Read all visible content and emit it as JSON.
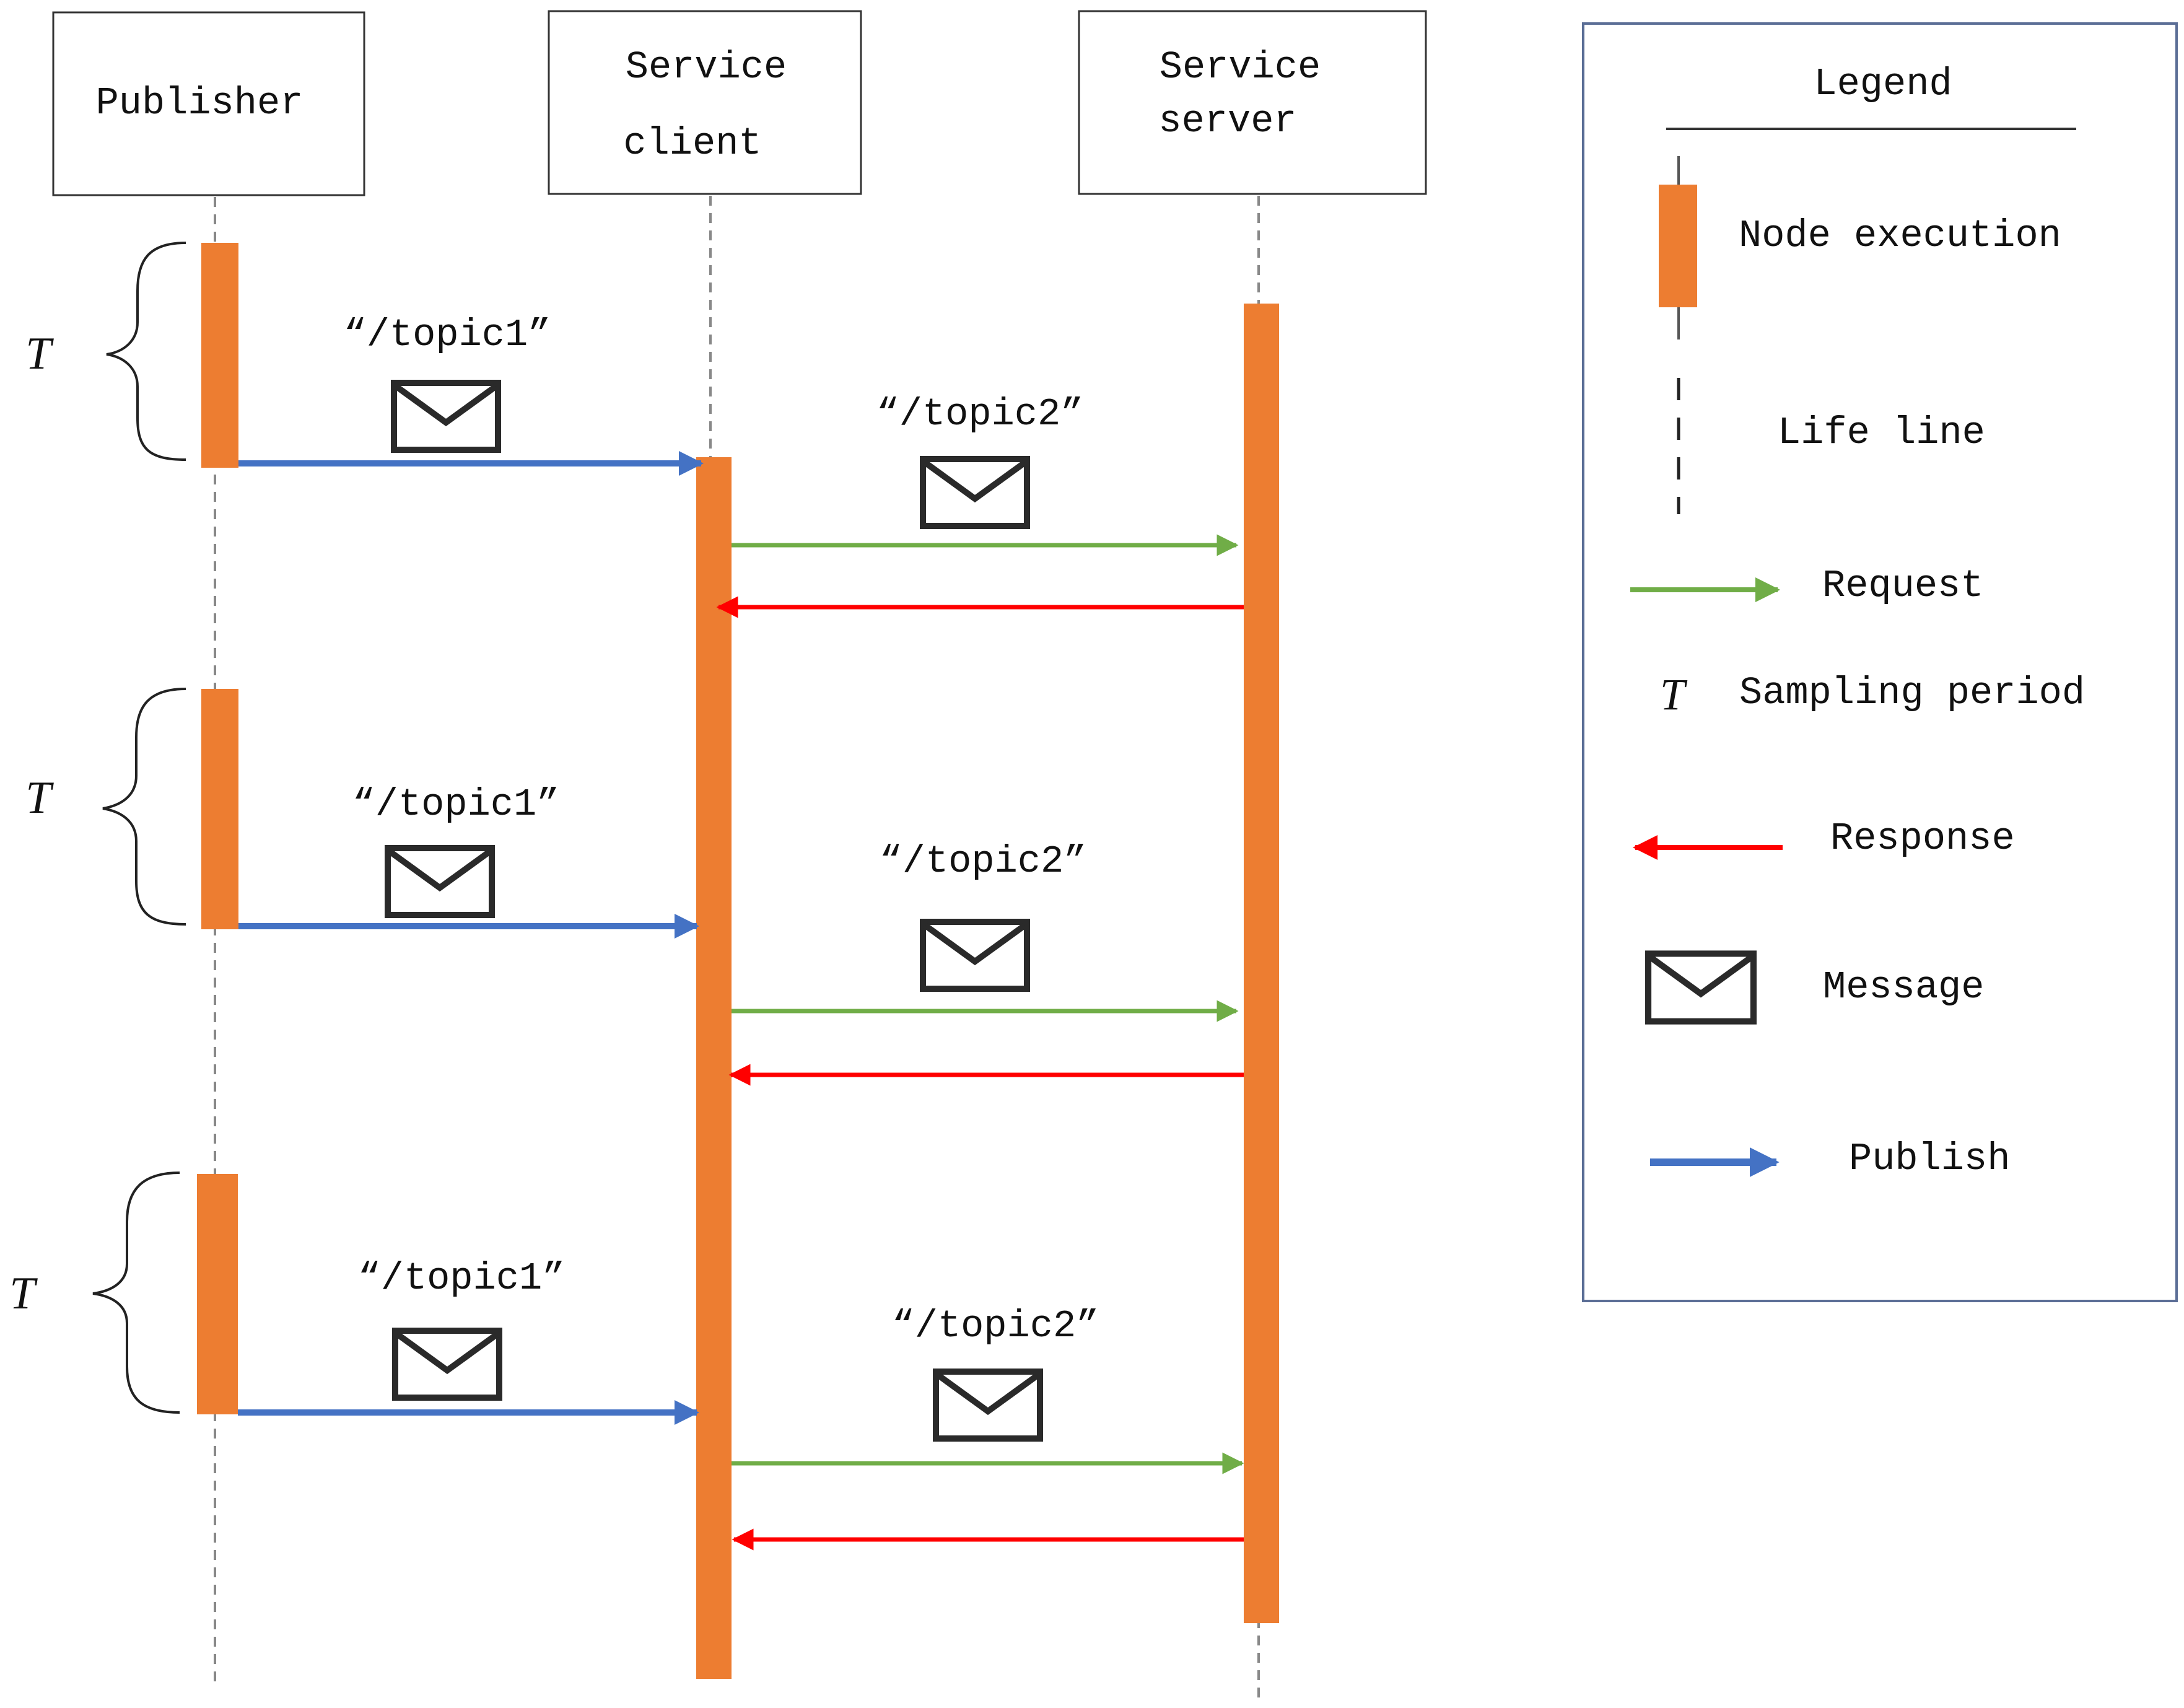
{
  "participants": {
    "publisher": "Publisher",
    "client_line1": "Service",
    "client_line2": "client",
    "server_line1": "Service",
    "server_line2": "server"
  },
  "period_symbol": "T",
  "labels": {
    "topic1": "“/topic1”",
    "topic2": "“/topic2”"
  },
  "legend": {
    "title": "Legend",
    "node_execution": "Node execution",
    "life_line": "Life line",
    "request": "Request",
    "sampling_symbol": "T",
    "sampling_period": "Sampling period",
    "response": "Response",
    "message": "Message",
    "publish": "Publish"
  },
  "colors": {
    "execution": "#ED7D31",
    "request": "#70AD47",
    "response": "#FF0000",
    "publish": "#4472C4",
    "lifeline": "#888888",
    "legend_border": "#5B6E96"
  },
  "icons": [
    "envelope-icon",
    "curly-brace-icon"
  ]
}
